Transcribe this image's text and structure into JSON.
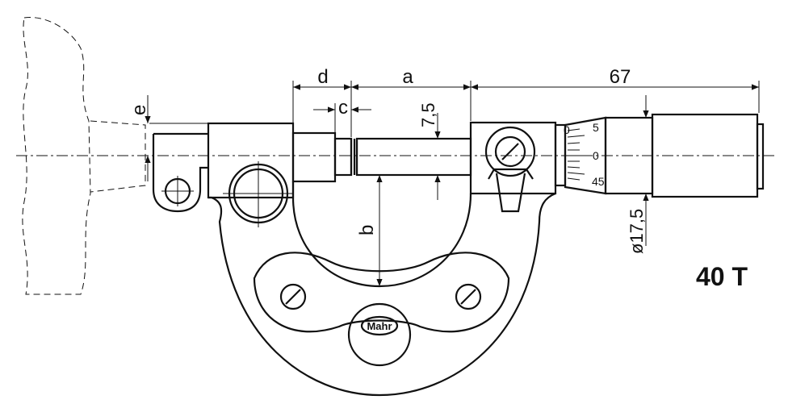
{
  "title": "40 T",
  "dimensions": {
    "d": "d",
    "a": "a",
    "c": "c",
    "e": "e",
    "b": "b",
    "spindle_dia": "7,5",
    "overall": "67",
    "thimble_dia": "ø17,5"
  },
  "scale": {
    "zero_sleeve": "0",
    "top": "5",
    "mid": "0",
    "bottom": "45"
  },
  "logo": "Mahr"
}
